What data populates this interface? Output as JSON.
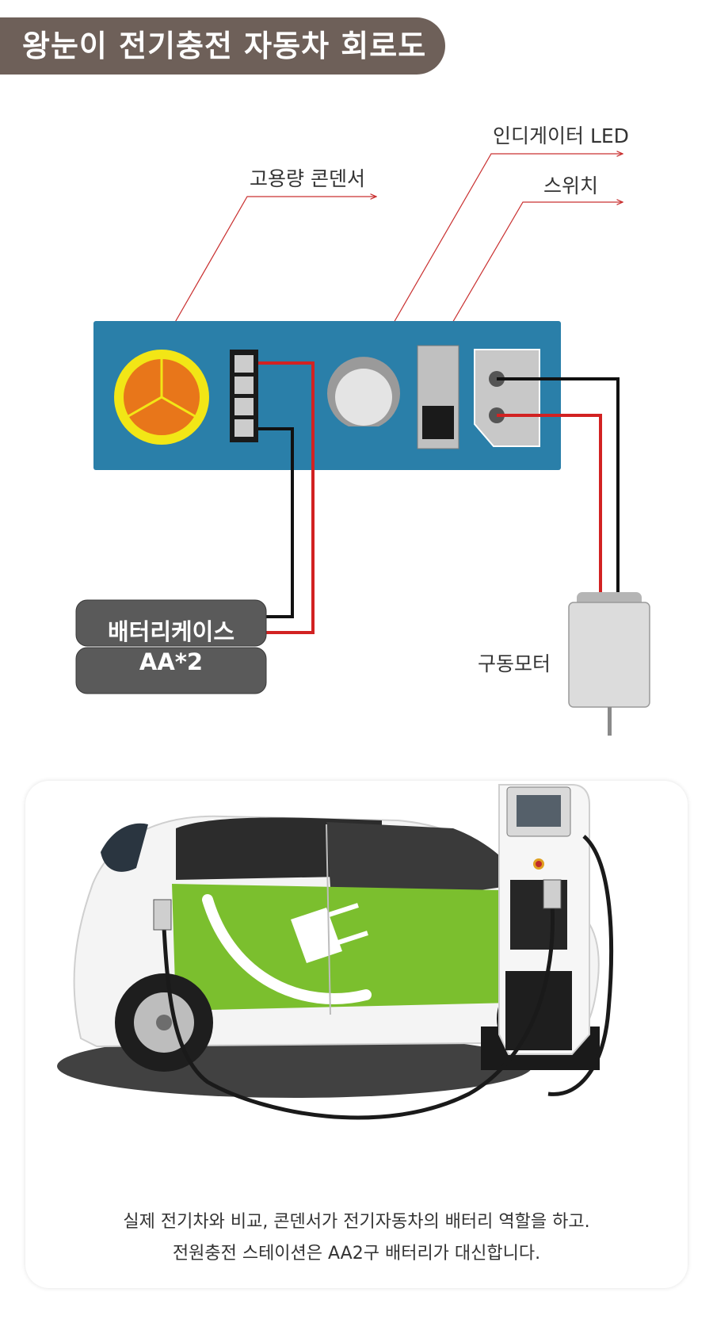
{
  "title": "왕눈이 전기충전 자동차 회로도",
  "labels": {
    "capacitor": "고용량 콘덴서",
    "indicator_led": "인디게이터 LED",
    "switch": "스위치",
    "battery_line1": "배터리케이스",
    "battery_line2": "AA*2",
    "motor": "구동모터"
  },
  "caption": {
    "line1": "실제 전기차와 비교, 콘덴서가 전기자동차의 배터리 역할을 하고.",
    "line2": "전원충전 스테이션은 AA2구 배터리가 대신합니다."
  },
  "colors": {
    "title_bg": "#6e6059",
    "board": "#2a7fa9",
    "wire_red": "#d22222",
    "wire_black": "#111111",
    "pointer_red": "#c93030",
    "car_green": "#7bbf2e"
  }
}
